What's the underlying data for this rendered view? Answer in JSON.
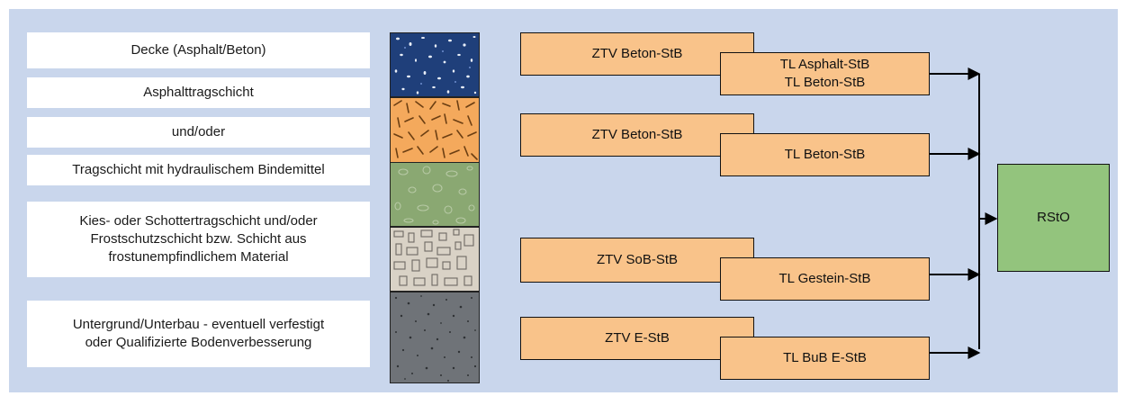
{
  "layers": [
    {
      "label": "Decke (Asphalt/Beton)"
    },
    {
      "label": "Asphalttragschicht"
    },
    {
      "label": "und/oder"
    },
    {
      "label": "Tragschicht mit hydraulischem Bindemittel"
    },
    {
      "label": "Kies- oder Schottertragschicht und/oder\nFrostschutzschicht bzw. Schicht aus\nfrostunempfindlichem Material"
    },
    {
      "label": "Untergrund/Unterbau - eventuell verfestigt\noder Qualifizierte Bodenverbesserung"
    }
  ],
  "groups": [
    {
      "ztv": "ZTV Beton-StB",
      "tl": "TL Asphalt-StB\nTL Beton-StB"
    },
    {
      "ztv": "ZTV Beton-StB",
      "tl": "TL Beton-StB"
    },
    {
      "ztv": "ZTV SoB-StB",
      "tl": "TL Gestein-StB"
    },
    {
      "ztv": "ZTV E-StB",
      "tl": "TL BuB E-StB"
    }
  ],
  "target": "RStO",
  "colors": {
    "background": "#c9d6ec",
    "box_orange": "#f9c38a",
    "box_green": "#93c47d"
  }
}
